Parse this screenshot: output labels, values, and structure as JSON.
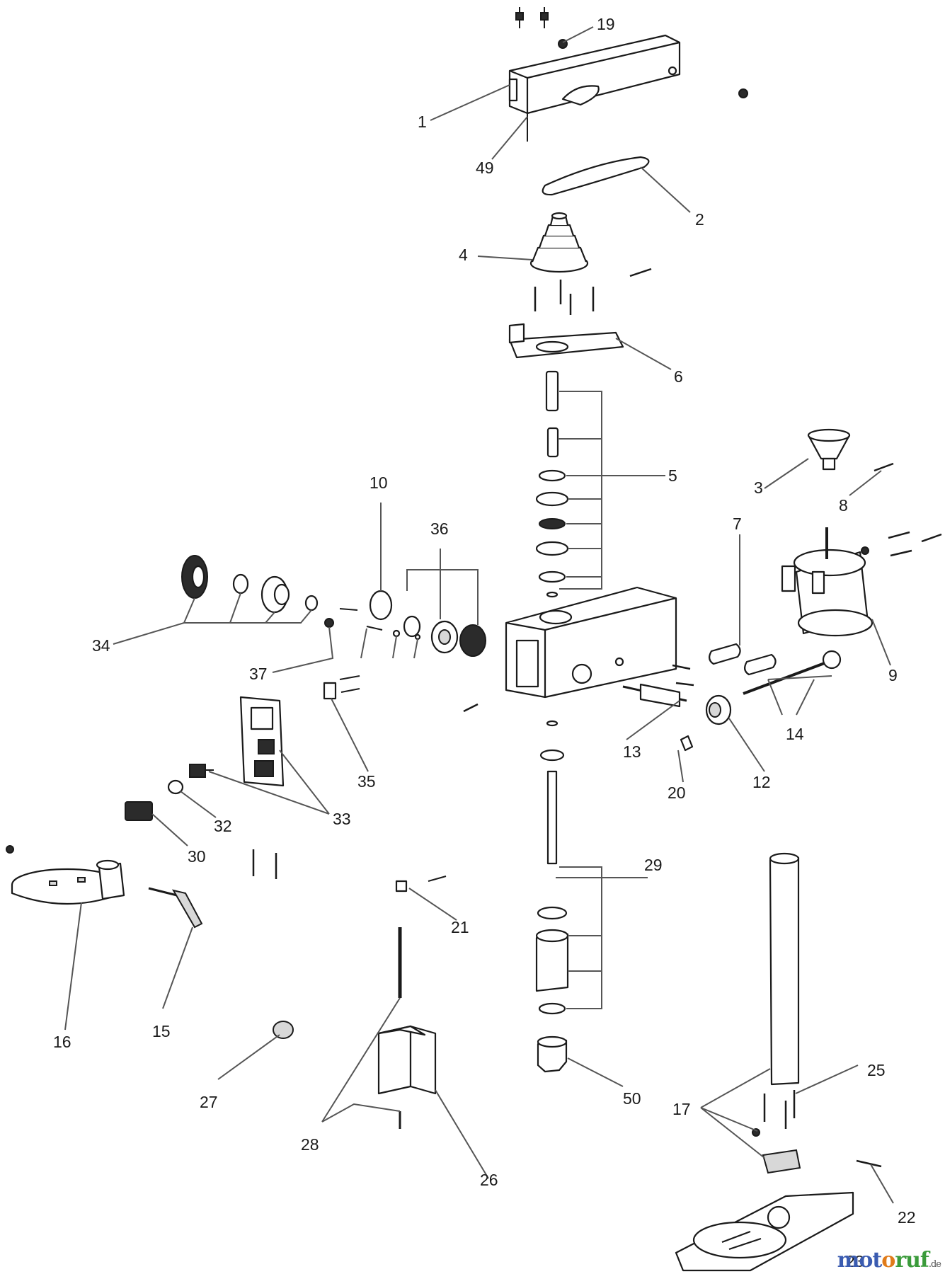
{
  "labels": {
    "p1": "1",
    "p2": "2",
    "p3": "3",
    "p4": "4",
    "p5": "5",
    "p6": "6",
    "p7": "7",
    "p8": "8",
    "p9": "9",
    "p10": "10",
    "p12": "12",
    "p13": "13",
    "p14": "14",
    "p15": "15",
    "p16": "16",
    "p17": "17",
    "p19": "19",
    "p20": "20",
    "p21": "21",
    "p22": "22",
    "p23": "23",
    "p25": "25",
    "p26": "26",
    "p27": "27",
    "p28": "28",
    "p29": "29",
    "p30": "30",
    "p32": "32",
    "p33": "33",
    "p34": "34",
    "p35": "35",
    "p36": "36",
    "p37": "37",
    "p49": "49",
    "p50": "50"
  },
  "watermark": {
    "part_a": "mot",
    "part_b": "o",
    "part_c": "ruf",
    "suffix": ".de"
  }
}
